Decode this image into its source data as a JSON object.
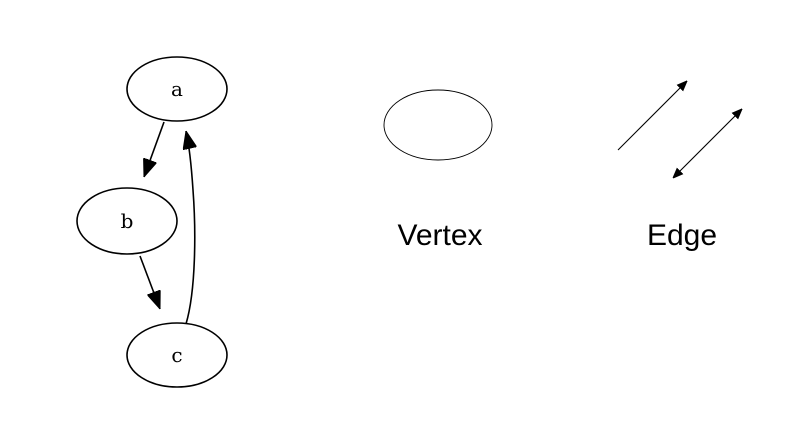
{
  "graph": {
    "nodes": [
      {
        "id": "a",
        "label": "a"
      },
      {
        "id": "b",
        "label": "b"
      },
      {
        "id": "c",
        "label": "c"
      }
    ],
    "edges": [
      {
        "from": "a",
        "to": "b"
      },
      {
        "from": "b",
        "to": "c"
      },
      {
        "from": "c",
        "to": "a"
      }
    ]
  },
  "legend": {
    "vertex_label": "Vertex",
    "edge_label": "Edge"
  }
}
